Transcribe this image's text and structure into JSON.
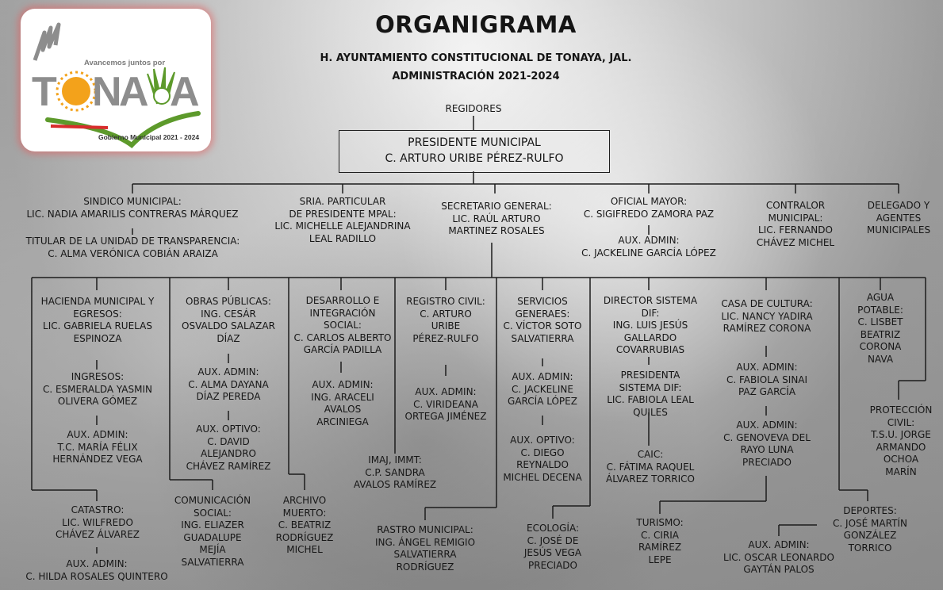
{
  "header": {
    "title": "ORGANIGRAMA",
    "subtitle1": "H. AYUNTAMIENTO CONSTITUCIONAL DE TONAYA, JAL.",
    "subtitle2": "ADMINISTRACIÓN 2021-2024"
  },
  "logo": {
    "tagline": "Avancemos juntos por",
    "word_start": "T",
    "word_o": "O",
    "word_n": "N",
    "word_a": "A",
    "word_y": "Y",
    "word_a2": "A",
    "footer": "Gobierno Municipal 2021 - 2024",
    "colors": {
      "gray": "#8d8d8d",
      "sun": "#f3a21b",
      "green": "#5d9a2b",
      "red": "#d82c2c"
    }
  },
  "nodes": {
    "regidores": "REGIDORES",
    "presidente": {
      "line1": "PRESIDENTE MUNICIPAL",
      "line2": "C. ARTURO URIBE PÉREZ-RULFO"
    },
    "sindico": "SINDICO MUNICIPAL:\nLIC. NADIA AMARILIS CONTRERAS MÁRQUEZ",
    "transparencia": "TITULAR DE LA UNIDAD DE TRANSPARENCIA:\nC. ALMA VERÓNICA COBIÁN ARAIZA",
    "sria_particular": "SRIA. PARTICULAR\nDE PRESIDENTE MPAL:\nLIC. MICHELLE ALEJANDRINA\nLEAL RADILLO",
    "secretario": "SECRETARIO GENERAL:\nLIC. RAÚL ARTURO\nMARTINEZ ROSALES",
    "oficial_mayor": "OFICIAL MAYOR:\nC. SIGIFREDO ZAMORA PAZ",
    "aux_oficial": "AUX. ADMIN:\nC. JACKELINE GARCÍA LÓPEZ",
    "contralor": "CONTRALOR\nMUNICIPAL:\nLIC. FERNANDO\nCHÁVEZ MICHEL",
    "delegado": "DELEGADO Y\nAGENTES\nMUNICIPALES",
    "hacienda": "HACIENDA MUNICIPAL Y\nEGRESOS:\nLIC. GABRIELA RUELAS\nESPINOZA",
    "ingresos": "INGRESOS:\nC. ESMERALDA YASMIN\nOLIVERA GÓMEZ",
    "aux_ingresos": "AUX. ADMIN:\nT.C. MARÍA FÉLIX\nHERNÁNDEZ VEGA",
    "catastro": "CATASTRO:\nLIC. WILFREDO\nCHÁVEZ ÁLVAREZ",
    "aux_catastro": "AUX. ADMIN:\nC. HILDA ROSALES QUINTERO",
    "obras": "OBRAS PÚBLICAS:\nING. CESÁR\nOSVALDO SALAZAR\nDÍAZ",
    "aux_obras": "AUX. ADMIN:\nC. ALMA DAYANA\nDÍAZ PEREDA",
    "optivo_obras": "AUX. OPTIVO:\nC. DAVID\nALEJANDRO\nCHÁVEZ RAMÍREZ",
    "comunicacion": "COMUNICACIÓN\nSOCIAL:\nING. ELIAZER\nGUADALUPE\nMEJÍA\nSALVATIERRA",
    "desarrollo": "DESARROLLO E\nINTEGRACIÓN\nSOCIAL:\nC. CARLOS ALBERTO\nGARCÍA PADILLA",
    "aux_desarrollo": "AUX. ADMIN:\nING. ARACELI\nAVALOS\nARCINIEGA",
    "archivo": "ARCHIVO\nMUERTO:\nC. BEATRIZ\nRODRÍGUEZ\nMICHEL",
    "imaj": "IMAJ, IMMT:\nC.P. SANDRA\nAVALOS RAMÍREZ",
    "registro": "REGISTRO CIVIL:\nC. ARTURO\nURIBE\nPÉREZ-RULFO",
    "aux_registro": "AUX. ADMIN:\nC. VIRIDEANA\nORTEGA JIMÉNEZ",
    "rastro": "RASTRO MUNICIPAL:\nING. ÁNGEL REMIGIO\nSALVATIERRA\nRODRÍGUEZ",
    "servicios": "SERVICIOS\nGENERAES:\nC. VÍCTOR SOTO\nSALVATIERRA",
    "aux_servicios": "AUX. ADMIN:\nC. JACKELINE\nGARCÍA LÓPEZ",
    "optivo_servicios": "AUX. OPTIVO:\nC. DIEGO\nREYNALDO\nMICHEL DECENA",
    "ecologia": "ECOLOGÍA:\nC. JOSÉ DE\nJESÚS VEGA\nPRECIADO",
    "dif_director": "DIRECTOR SISTEMA\nDIF:\nING. LUIS JESÚS\nGALLARDO\nCOVARRUBIAS",
    "dif_presidenta": "PRESIDENTA\nSISTEMA DIF:\nLIC. FABIOLA LEAL\nQUILES",
    "caic": "CAIC:\nC. FÁTIMA RAQUEL\nÁLVAREZ TORRICO",
    "cultura": "CASA DE CULTURA:\nLIC. NANCY YADIRA\nRAMÍREZ CORONA",
    "aux_cultura1": "AUX. ADMIN:\nC. FABIOLA SINAI\nPAZ GARCÍA",
    "aux_cultura2": "AUX. ADMIN:\nC. GENOVEVA DEL\nRAYO LUNA\nPRECIADO",
    "turismo": "TURISMO:\nC. CIRIA\nRAMÍREZ\nLEPE",
    "aux_deportes": "AUX. ADMIN:\nLIC. OSCAR LEONARDO\nGAYTÁN PALOS",
    "deportes": "DEPORTES:\nC. JOSÉ MARTÍN\nGONZÁLEZ\nTORRICO",
    "agua": "AGUA\nPOTABLE:\nC. LISBET\nBEATRIZ\nCORONA\nNAVA",
    "proteccion": "PROTECCIÓN\nCIVIL:\nT.S.U. JORGE\nARMANDO\nOCHOA\nMARÍN"
  }
}
